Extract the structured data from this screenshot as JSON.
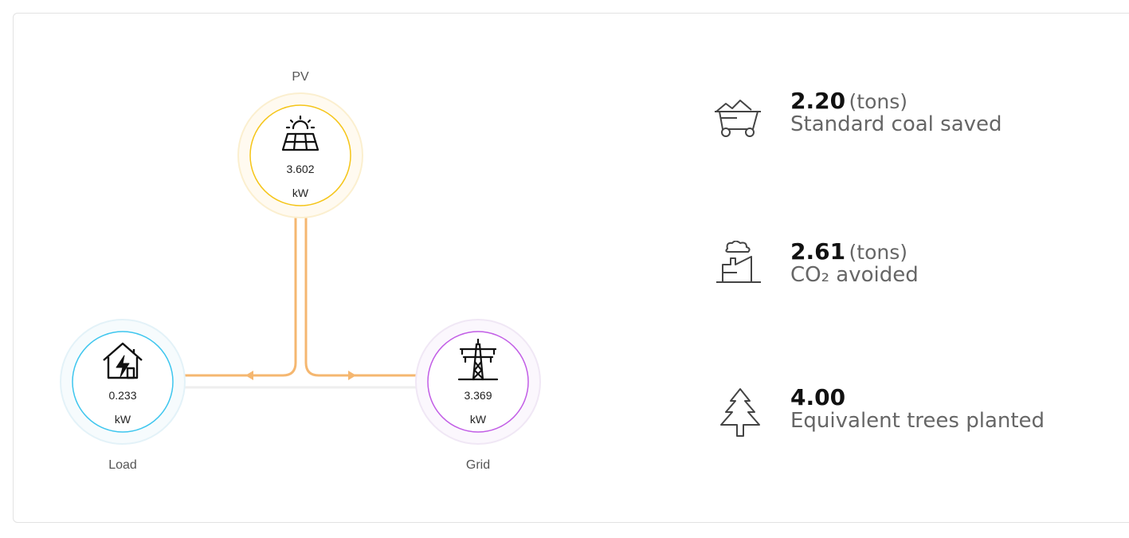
{
  "flow": {
    "pv": {
      "label": "PV",
      "value": "3.602",
      "unit": "kW",
      "icon": "solar-panel-icon",
      "color": "#f5c518"
    },
    "load": {
      "label": "Load",
      "value": "0.233",
      "unit": "kW",
      "icon": "house-power-icon",
      "color": "#3ec6ee"
    },
    "grid": {
      "label": "Grid",
      "value": "3.369",
      "unit": "kW",
      "icon": "power-tower-icon",
      "color": "#c25ee6"
    },
    "line_color": "#f5b770"
  },
  "stats": [
    {
      "value": "2.20",
      "unit": "(tons)",
      "desc": "Standard coal saved",
      "icon": "coal-cart-icon"
    },
    {
      "value": "2.61",
      "unit": "(tons)",
      "desc": "CO₂ avoided",
      "icon": "factory-icon"
    },
    {
      "value": "4.00",
      "unit": "",
      "desc": "Equivalent trees planted",
      "icon": "tree-icon"
    }
  ]
}
